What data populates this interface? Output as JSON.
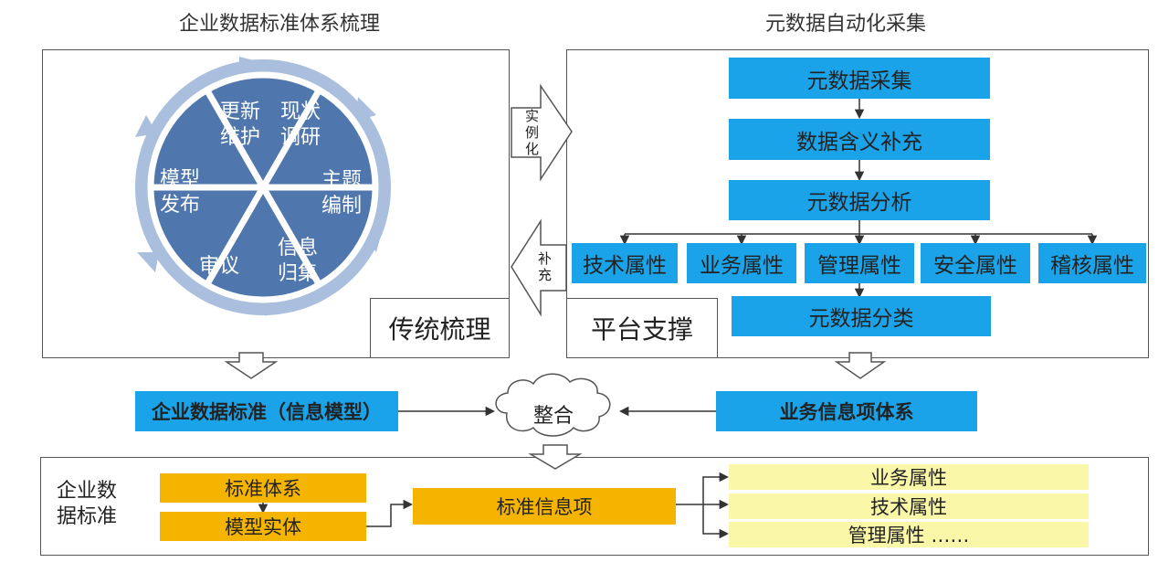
{
  "titles": {
    "left": "企业数据标准体系梳理",
    "right": "元数据自动化采集"
  },
  "cycle": {
    "segments": [
      {
        "line1": "更新",
        "line2": "维护"
      },
      {
        "line1": "现状",
        "line2": "调研"
      },
      {
        "line1": "主题",
        "line2": "编制"
      },
      {
        "line1": "信息",
        "line2": "归集"
      },
      {
        "line1": "审议",
        "line2": ""
      },
      {
        "line1": "模型",
        "line2": "发布"
      }
    ]
  },
  "tags": {
    "traditional": "传统梳理",
    "platform": "平台支撑"
  },
  "arrows": {
    "instantiate": [
      "实",
      "例",
      "化"
    ],
    "supplement": [
      "补",
      "充"
    ]
  },
  "flow": {
    "collect": "元数据采集",
    "meaning": "数据含义补充",
    "analysis": "元数据分析",
    "attributes": [
      "技术属性",
      "业务属性",
      "管理属性",
      "安全属性",
      "稽核属性"
    ],
    "classify": "元数据分类"
  },
  "middle": {
    "standard": "企业数据标准（信息模型）",
    "integrate": "整合",
    "business_items": "业务信息项体系"
  },
  "bottom": {
    "label": [
      "企业数",
      "据标准"
    ],
    "system": "标准体系",
    "entity": "模型实体",
    "std_item": "标准信息项",
    "attrs": [
      "业务属性",
      "技术属性",
      "管理属性 ……"
    ]
  },
  "colors": {
    "blue": "#1aa3e8",
    "steel": "#4f77ad",
    "ring": "#a9bfdd",
    "orange": "#f5b400",
    "yellow": "#fbf7a8"
  }
}
